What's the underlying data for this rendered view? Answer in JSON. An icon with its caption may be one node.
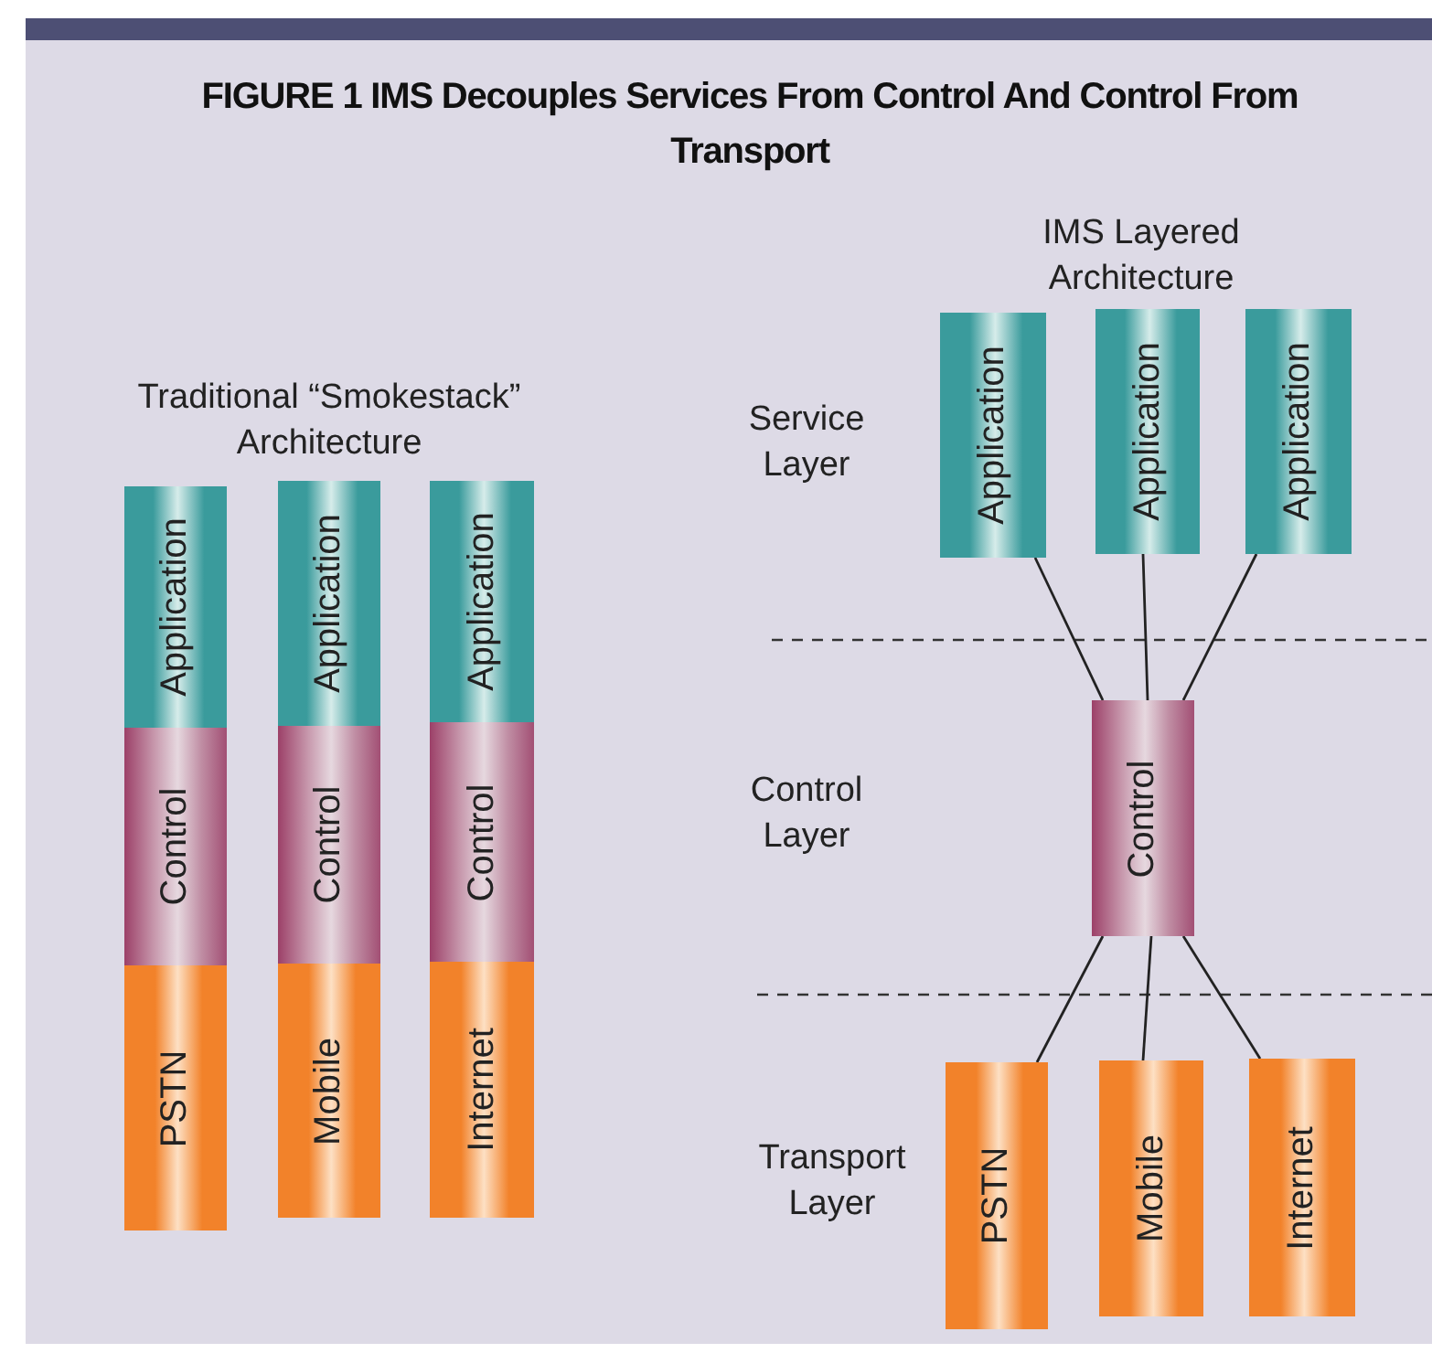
{
  "diagram": {
    "title": "FIGURE 1 IMS Decouples Services From Control And Control From Transport",
    "nodes": [
      {
        "text": [
          "Application"
        ]
      },
      {
        "text": [
          "Control"
        ]
      },
      {
        "text": [
          "PSTN"
        ]
      },
      {
        "text": [
          "Application"
        ]
      },
      {
        "text": [
          "Control"
        ]
      },
      {
        "text": [
          "Mobile"
        ]
      },
      {
        "text": [
          "Application"
        ]
      },
      {
        "text": [
          "Control"
        ]
      },
      {
        "text": [
          "Internet"
        ]
      },
      {
        "text": [
          "Application"
        ]
      },
      {
        "text": [
          "Application"
        ]
      },
      {
        "text": [
          "Application"
        ]
      },
      {
        "text": [
          "Control"
        ]
      },
      {
        "text": [
          "PSTN"
        ]
      },
      {
        "text": [
          "Mobile"
        ]
      },
      {
        "text": [
          "Internet"
        ]
      }
    ],
    "edges": [
      {
        "from": 9,
        "to": 12,
        "arrow": "none"
      },
      {
        "from": 10,
        "to": 12,
        "arrow": "none"
      },
      {
        "from": 11,
        "to": 12,
        "arrow": "none"
      },
      {
        "from": 12,
        "to": 13,
        "arrow": "none"
      },
      {
        "from": 12,
        "to": 14,
        "arrow": "none"
      },
      {
        "from": 12,
        "to": 15,
        "arrow": "none"
      }
    ],
    "labels": [
      "IMS Layered Architecture",
      "Traditional “Smokestack” Architecture",
      "Service Layer",
      "Control Layer",
      "Transport Layer"
    ]
  }
}
